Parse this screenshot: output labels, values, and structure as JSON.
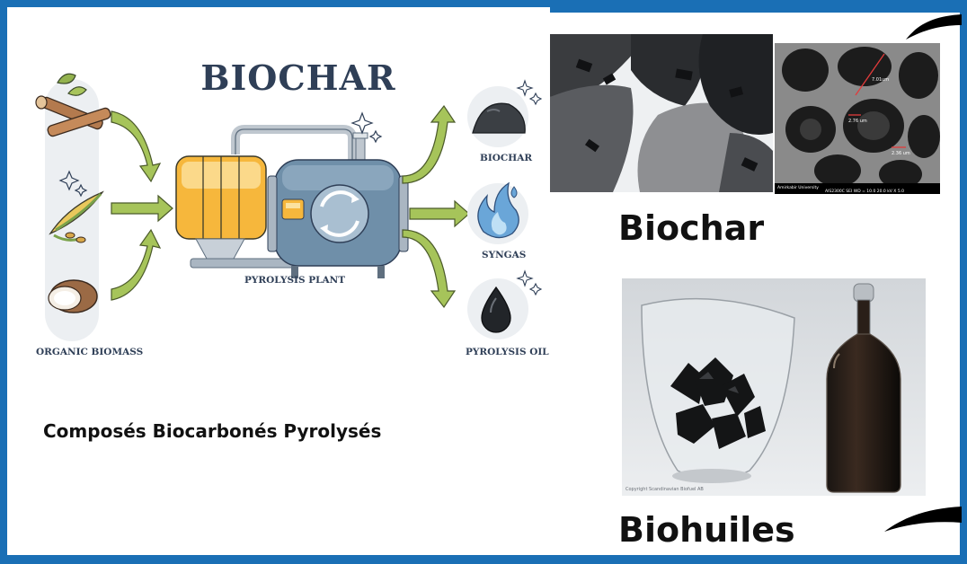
{
  "diagram": {
    "title": "BIOCHAR",
    "input_label": "ORGANIC BIOMASS",
    "plant_label": "PYROLYSIS PLANT",
    "outputs": [
      "BIOCHAR",
      "SYNGAS",
      "PYROLYSIS OIL"
    ]
  },
  "subtitle": "Composés Biocarbonés Pyrolysés",
  "photos": {
    "sem_caption": "Amirkabir University",
    "sem_settings": "AIS2300C   SEI   WD = 10.0   20.0 kV  X 5.0",
    "sem_measurements": [
      "7.01um",
      "2.76 um",
      "2.36 um"
    ],
    "biooil_credit": "Copyright Scandinavian Biofuel AB"
  },
  "labels": {
    "biochar": "Biochar",
    "biohuiles": "Biohuiles"
  },
  "colors": {
    "frame": "#1a6fb5",
    "arrow": "#a6c45a",
    "title_text": "#2f3f57",
    "plant_blue": "#6f8fa9",
    "tank_orange": "#f6b73c",
    "flame_blue": "#6aa6d8"
  }
}
